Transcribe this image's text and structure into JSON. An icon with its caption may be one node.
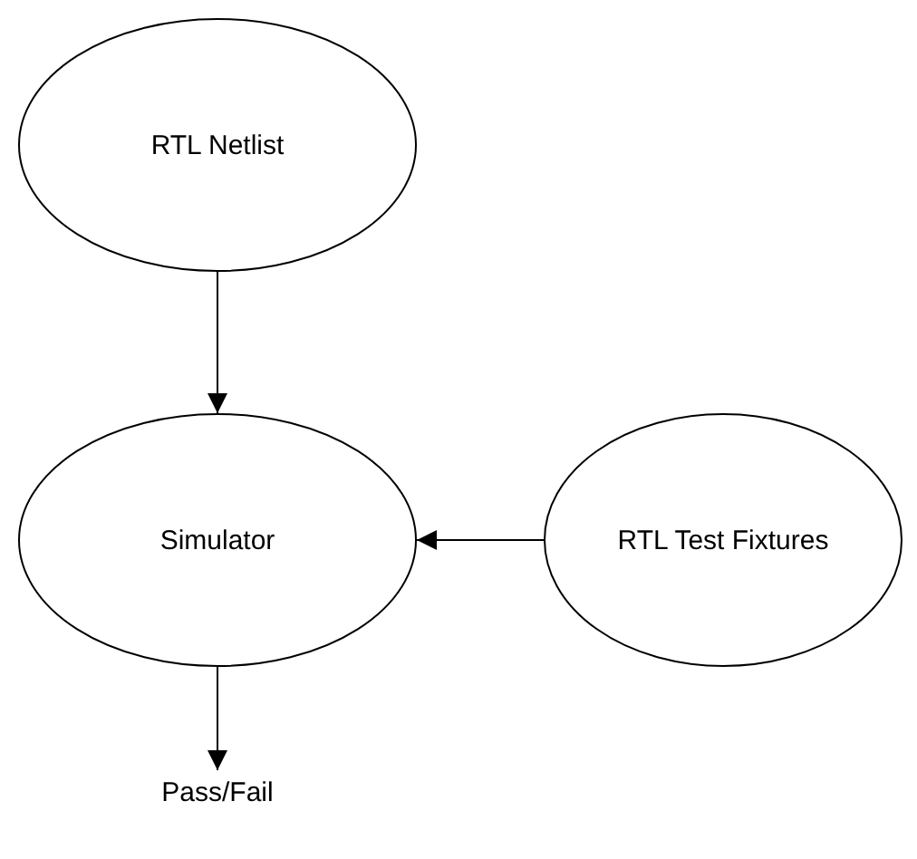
{
  "diagram": {
    "nodes": [
      {
        "text": [
          "RTL Netlist"
        ]
      },
      {
        "text": [
          "Simulator"
        ]
      },
      {
        "text": [
          "RTL Test Fixtures"
        ]
      },
      {
        "text": [
          "Pass/Fail"
        ]
      }
    ],
    "edges": [
      {
        "from": 0,
        "to": 1,
        "arrow": "to"
      },
      {
        "from": 2,
        "to": 1,
        "arrow": "to"
      },
      {
        "from": 1,
        "to": 3,
        "arrow": "to"
      }
    ]
  }
}
